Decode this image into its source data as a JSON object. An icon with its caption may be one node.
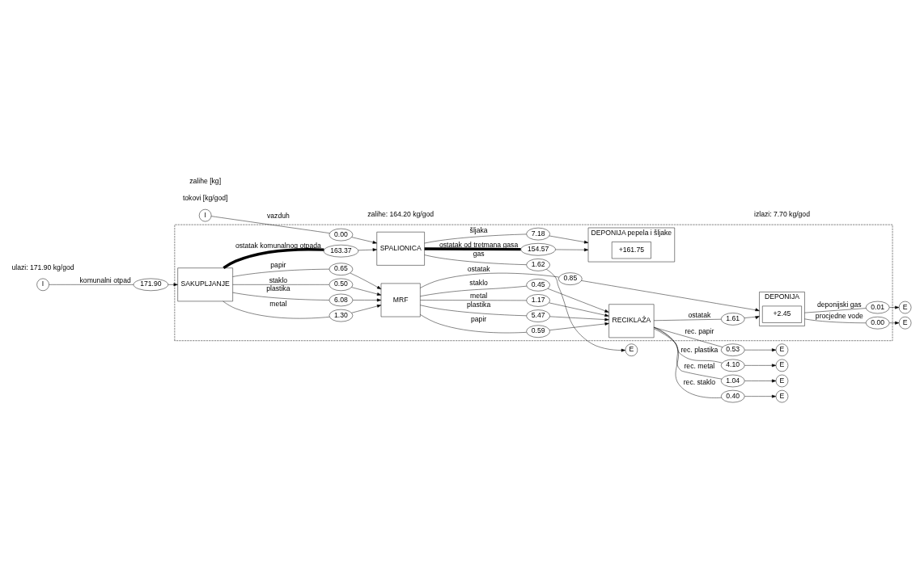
{
  "diagram": {
    "nodes": [
      {
        "text": [],
        "shape": "box"
      },
      {
        "text": [
          "I"
        ]
      },
      {
        "text": [
          "SAKUPLJANJE"
        ],
        "in": 0
      },
      {
        "text": [
          "MRF"
        ],
        "in": 0
      },
      {
        "text": [
          "RECIKLAŽA"
        ],
        "in": 0
      },
      {
        "text": [
          "DEPONIJA"
        ],
        "in": 0
      },
      {
        "text": [
          "+2.45"
        ],
        "in": 5
      },
      {
        "text": [
          "SPALIONICA"
        ],
        "in": 0
      },
      {
        "text": [
          "DEPONIJA pepela i šljake"
        ],
        "in": 0
      },
      {
        "text": [
          "+161.75"
        ],
        "in": 8
      },
      {
        "text": [
          "I"
        ]
      },
      {
        "text": [
          "E"
        ]
      },
      {
        "text": [
          "E"
        ]
      },
      {
        "text": [
          "E"
        ]
      },
      {
        "text": [
          "E"
        ]
      },
      {
        "text": [
          "E"
        ]
      },
      {
        "text": [
          "E"
        ]
      },
      {
        "text": [
          "E"
        ]
      },
      {
        "text": [
          "171.90"
        ]
      },
      {
        "text": [
          "0.65"
        ],
        "in": 0
      },
      {
        "text": [
          "6.08"
        ],
        "in": 0
      },
      {
        "text": [
          "1.30"
        ],
        "in": 0
      },
      {
        "text": [
          "0.50"
        ],
        "in": 0
      },
      {
        "text": [
          "0.59"
        ],
        "in": 0
      },
      {
        "text": [
          "5.47"
        ],
        "in": 0
      },
      {
        "text": [
          "1.17"
        ],
        "in": 0
      },
      {
        "text": [
          "0.45"
        ],
        "in": 0
      },
      {
        "text": [
          "0.53"
        ]
      },
      {
        "text": [
          "4.10"
        ]
      },
      {
        "text": [
          "1.04"
        ]
      },
      {
        "text": [
          "0.40"
        ]
      },
      {
        "text": [
          "1.61"
        ],
        "in": 0
      },
      {
        "text": [
          "0.85"
        ],
        "in": 0
      },
      {
        "text": [
          "0.01"
        ],
        "in": 0
      },
      {
        "text": [
          "0.00"
        ],
        "in": 0
      },
      {
        "text": [
          "163.37"
        ],
        "in": 0
      },
      {
        "text": [
          "0.00"
        ],
        "in": 0
      },
      {
        "text": [
          "1.62"
        ],
        "in": 0
      },
      {
        "text": [
          "154.57"
        ],
        "in": 0
      },
      {
        "text": [
          "7.18"
        ],
        "in": 0
      }
    ],
    "edges": [
      {
        "from": 1,
        "to": 18,
        "arrow": "none",
        "label": "komunalni otpad"
      },
      {
        "from": 18,
        "to": 2,
        "arrow": "to"
      },
      {
        "from": 2,
        "to": 19,
        "arrow": "none",
        "label": "papir"
      },
      {
        "from": 19,
        "to": 3,
        "arrow": "to"
      },
      {
        "from": 2,
        "to": 20,
        "arrow": "none",
        "label": "plastika"
      },
      {
        "from": 20,
        "to": 3,
        "arrow": "to"
      },
      {
        "from": 2,
        "to": 21,
        "arrow": "none",
        "label": "metal"
      },
      {
        "from": 21,
        "to": 3,
        "arrow": "to"
      },
      {
        "from": 2,
        "to": 22,
        "arrow": "none",
        "label": "staklo"
      },
      {
        "from": 22,
        "to": 3,
        "arrow": "to"
      },
      {
        "from": 3,
        "to": 23,
        "arrow": "none",
        "label": "papir"
      },
      {
        "from": 23,
        "to": 4,
        "arrow": "to"
      },
      {
        "from": 3,
        "to": 24,
        "arrow": "none",
        "label": "plastika"
      },
      {
        "from": 24,
        "to": 4,
        "arrow": "to"
      },
      {
        "from": 3,
        "to": 25,
        "arrow": "none",
        "label": "metal"
      },
      {
        "from": 25,
        "to": 4,
        "arrow": "to"
      },
      {
        "from": 3,
        "to": 26,
        "arrow": "none",
        "label": "staklo"
      },
      {
        "from": 26,
        "to": 4,
        "arrow": "to"
      },
      {
        "from": 4,
        "to": 27,
        "arrow": "none",
        "label": "rec. papir"
      },
      {
        "from": 27,
        "to": 11,
        "arrow": "to"
      },
      {
        "from": 4,
        "to": 28,
        "arrow": "none",
        "label": "rec. plastika"
      },
      {
        "from": 28,
        "to": 12,
        "arrow": "to"
      },
      {
        "from": 4,
        "to": 29,
        "arrow": "none",
        "label": "rec. metal"
      },
      {
        "from": 29,
        "to": 13,
        "arrow": "to"
      },
      {
        "from": 4,
        "to": 30,
        "arrow": "none",
        "label": "rec. staklo"
      },
      {
        "from": 30,
        "to": 14,
        "arrow": "to"
      },
      {
        "from": 4,
        "to": 31,
        "arrow": "none",
        "label": "ostatak"
      },
      {
        "from": 31,
        "to": 5,
        "arrow": "to"
      },
      {
        "from": 3,
        "to": 32,
        "arrow": "none",
        "label": "ostatak"
      },
      {
        "from": 32,
        "to": 5,
        "arrow": "to"
      },
      {
        "from": 5,
        "to": 33,
        "arrow": "none",
        "label": "deponijski gas"
      },
      {
        "from": 33,
        "to": 15,
        "arrow": "to"
      },
      {
        "from": 5,
        "to": 34,
        "arrow": "none",
        "label": "procjedne vode"
      },
      {
        "from": 34,
        "to": 16,
        "arrow": "to"
      },
      {
        "from": 2,
        "to": 35,
        "arrow": "none",
        "label": "ostatak komunalnog otpada",
        "style": "thick"
      },
      {
        "from": 35,
        "to": 7,
        "arrow": "to"
      },
      {
        "from": 10,
        "to": 36,
        "arrow": "none",
        "label": "vazduh"
      },
      {
        "from": 36,
        "to": 7,
        "arrow": "to"
      },
      {
        "from": 7,
        "to": 37,
        "arrow": "none",
        "label": "gas"
      },
      {
        "from": 37,
        "to": 17,
        "arrow": "to"
      },
      {
        "from": 7,
        "to": 38,
        "arrow": "none",
        "label": "ostatak od tretmana gasa",
        "style": "thick"
      },
      {
        "from": 38,
        "to": 8,
        "arrow": "to"
      },
      {
        "from": 7,
        "to": 39,
        "arrow": "none",
        "label": "šljaka"
      },
      {
        "from": 39,
        "to": 8,
        "arrow": "to"
      }
    ],
    "labels": [
      "ulazi: 171.90 kg/god",
      "zalihe: 164.20 kg/god",
      "izlazi: 7.70 kg/god",
      "tokovi [kg/god]",
      "zalihe [kg]"
    ]
  }
}
